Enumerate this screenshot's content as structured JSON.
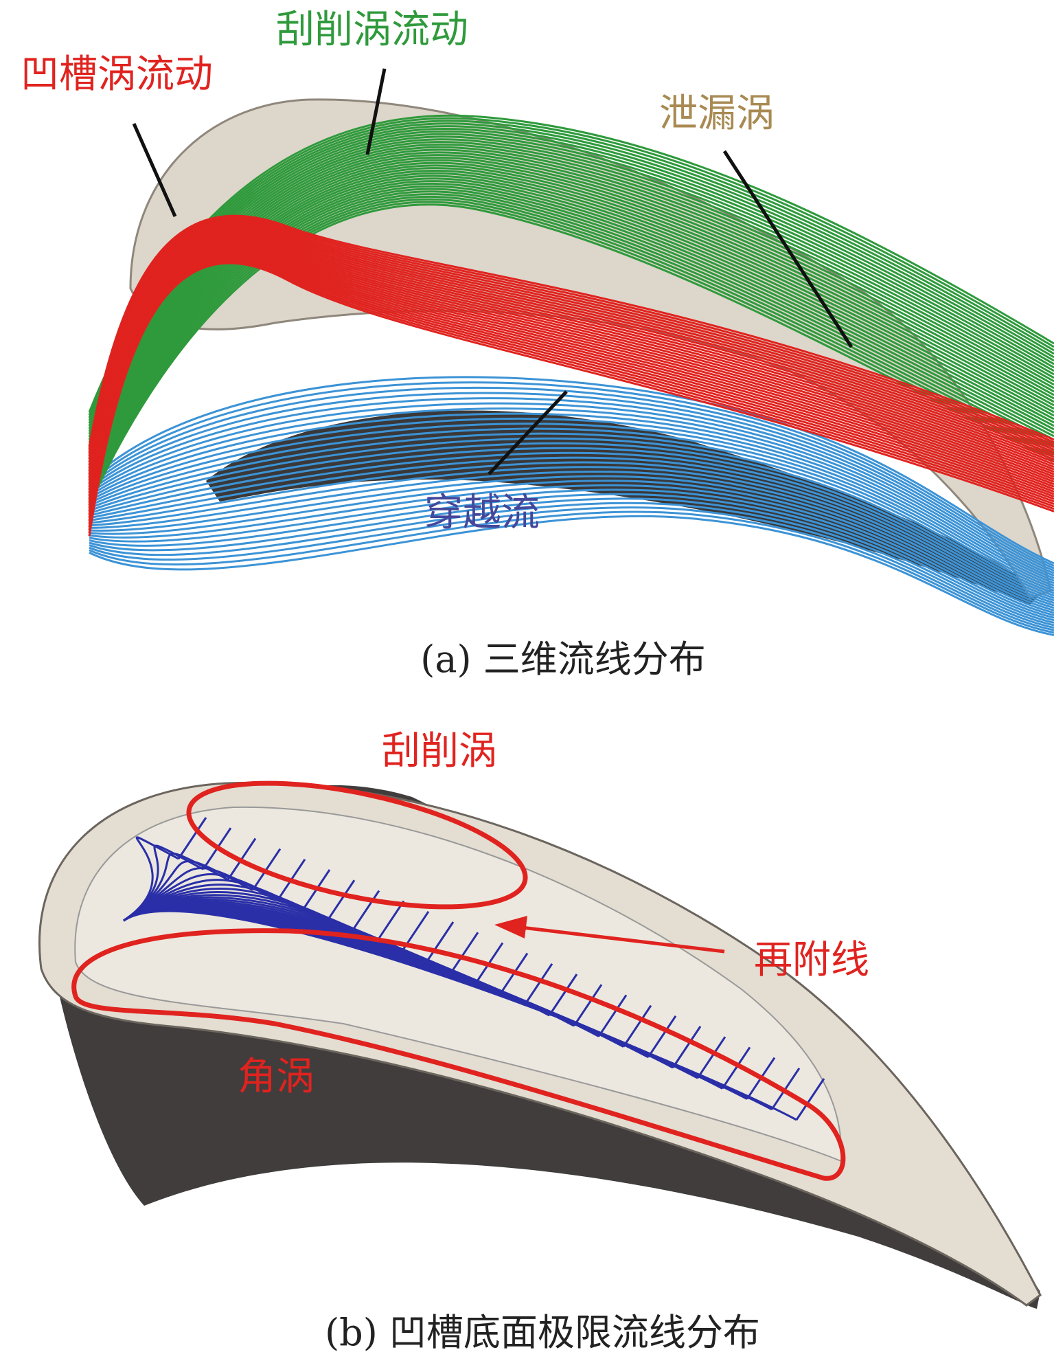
{
  "panel_a": {
    "caption": "(a) 三维流线分布",
    "labels": {
      "groove_vortex": "凹槽涡流动",
      "scraping_vortex": "刮削涡流动",
      "leakage_vortex": "泄漏涡",
      "crossing_flow": "穿越流"
    }
  },
  "panel_b": {
    "caption": "(b) 凹槽底面极限流线分布",
    "labels": {
      "scraping_vortex": "刮削涡",
      "reattachment_line": "再附线",
      "corner_vortex": "角涡"
    }
  },
  "colors": {
    "red": "#e0231f",
    "green": "#2f9a3c",
    "blue_stream": "#3c93d6",
    "tan": "#a88a52",
    "blue_label": "#45479a",
    "limit_lines": "#2a2fa8"
  }
}
